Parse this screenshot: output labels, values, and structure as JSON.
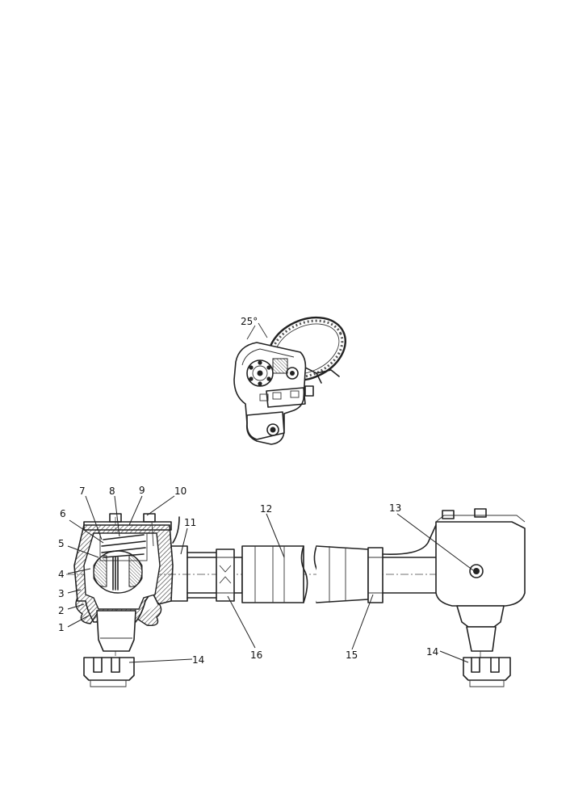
{
  "steering_figure": {
    "angle_label": "25°"
  },
  "tie_rod_figure": {
    "callouts": [
      {
        "id": "c1",
        "text": "1"
      },
      {
        "id": "c2",
        "text": "2"
      },
      {
        "id": "c3",
        "text": "3"
      },
      {
        "id": "c4",
        "text": "4"
      },
      {
        "id": "c5",
        "text": "5"
      },
      {
        "id": "c6",
        "text": "6"
      },
      {
        "id": "c7",
        "text": "7"
      },
      {
        "id": "c8",
        "text": "8"
      },
      {
        "id": "c9",
        "text": "9"
      },
      {
        "id": "c10",
        "text": "10"
      },
      {
        "id": "c11",
        "text": "11"
      },
      {
        "id": "c12",
        "text": "12"
      },
      {
        "id": "c13",
        "text": "13"
      },
      {
        "id": "c14a",
        "text": "14"
      },
      {
        "id": "c14b",
        "text": "14"
      },
      {
        "id": "c15",
        "text": "15"
      },
      {
        "id": "c16",
        "text": "16"
      }
    ]
  }
}
